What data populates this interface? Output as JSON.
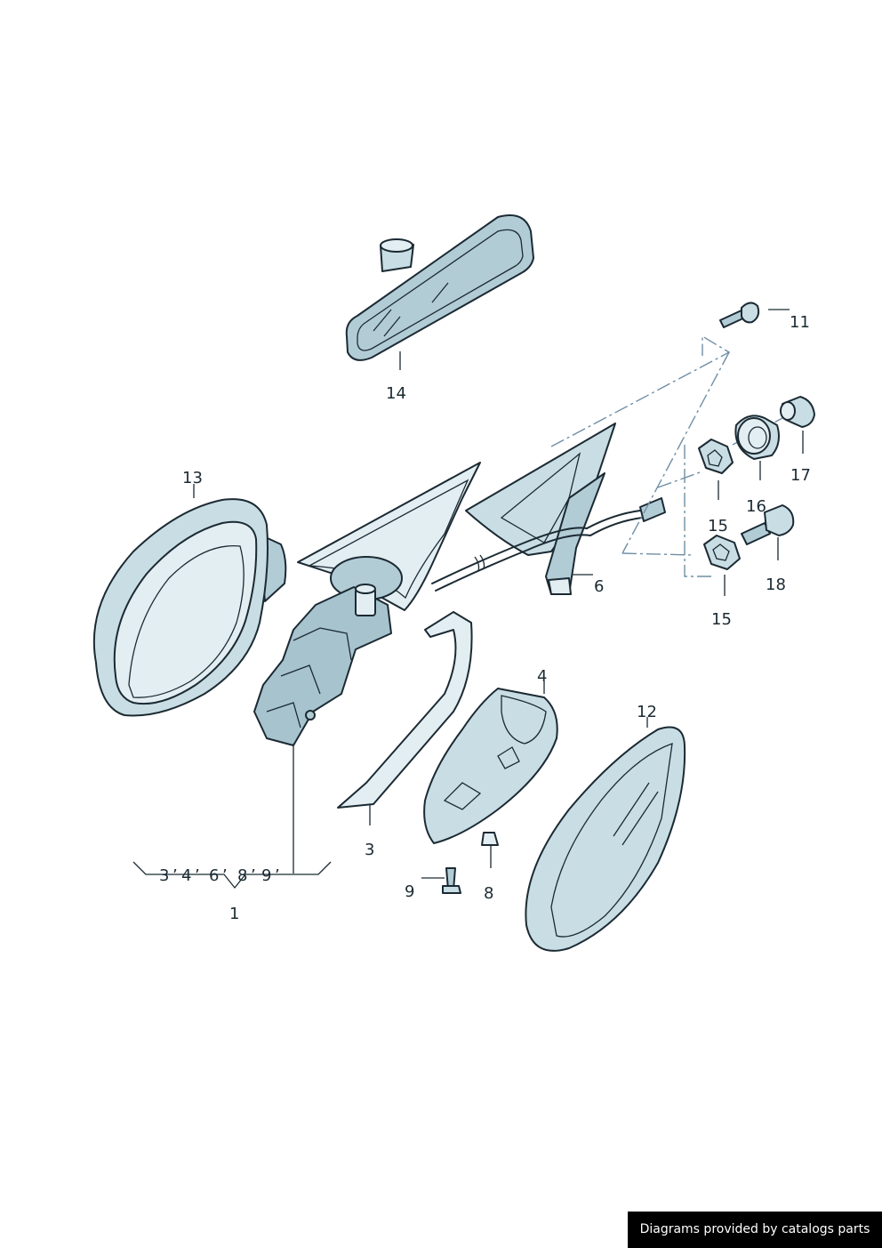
{
  "callouts": {
    "c1": "1",
    "c3": "3",
    "c4": "4",
    "c6": "6",
    "c8": "8",
    "c9": "9",
    "c11": "11",
    "c12": "12",
    "c13": "13",
    "c14": "14",
    "c15a": "15",
    "c15b": "15",
    "c16": "16",
    "c17": "17",
    "c18": "18"
  },
  "bracket_items": [
    "3",
    "4",
    "6",
    "8",
    "9"
  ],
  "credit": "Diagrams provided by catalogs parts",
  "colors": {
    "part_fill": "#c9dde4",
    "outline": "#1b2a33",
    "dash_line": "#6f8fa6",
    "credit_bg": "#000000",
    "credit_text": "#ffffff"
  }
}
